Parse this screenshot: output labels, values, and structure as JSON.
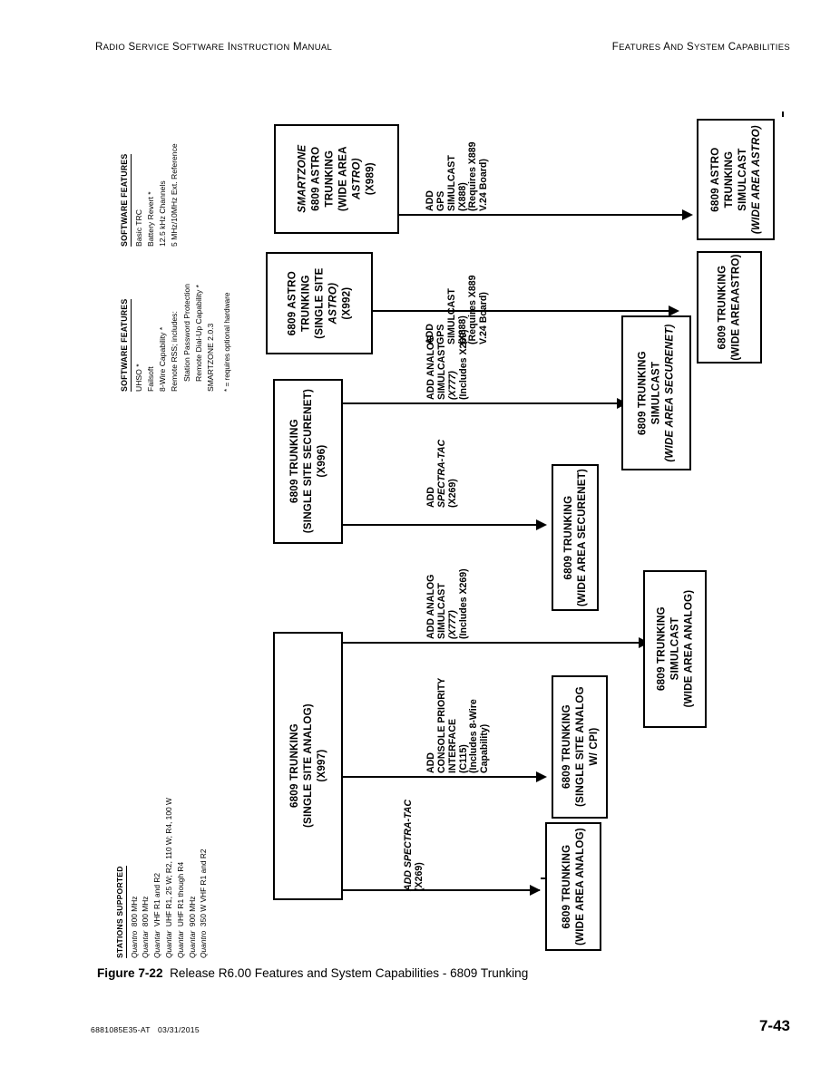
{
  "header": {
    "left": "RADIO SERVICE SOFTWARE INSTRUCTION MANUAL",
    "right": "FEATURES AND SYSTEM CAPABILITIES"
  },
  "software_features_1": {
    "title": "SOFTWARE FEATURES",
    "items": [
      "Basic TRC",
      "Battery Revert *",
      "12.5 kHz Channels",
      "5 MHz/10MHz Ext. Reference"
    ]
  },
  "software_features_2": {
    "title": "SOFTWARE FEATURES",
    "items": [
      "UHSO *",
      "Failsoft",
      "8-Wire Capability *",
      "Remote RSS; includes:",
      "Station Password Protection",
      "Remote Dial-Up Capability *",
      "SMARTZONE 2.0.3"
    ],
    "note": "* = requires optional hardware"
  },
  "stations_supported": {
    "title": "STATIONS SUPPORTED",
    "items": [
      {
        "model": "Quantro",
        "desc": "800 MHz"
      },
      {
        "model": "Quantar",
        "desc": "800 MHz"
      },
      {
        "model": "Quantar",
        "desc": "VHF R1 and R2"
      },
      {
        "model": "Quantar",
        "desc": "UHF R1, 25 W; R2, 110 W; R4, 100 W"
      },
      {
        "model": "Quantar",
        "desc": "UHF R1 though R4"
      },
      {
        "model": "Quantar",
        "desc": "900 MHz"
      },
      {
        "model": "Quantro",
        "desc": "350 W VHF R1 and R2"
      }
    ]
  },
  "boxes": {
    "smartzone_astro_wa": [
      "SMARTZONE",
      "6809 ASTRO",
      "TRUNKING",
      "(WIDE AREA",
      "ASTRO)",
      "(X989)"
    ],
    "astro_simulcast_wa": [
      "6809 ASTRO",
      "TRUNKING",
      "SIMULCAST",
      "(WIDE AREA ASTRO)"
    ],
    "astro_single_site": [
      "6809 ASTRO",
      "TRUNKING",
      "(SINGLE SITE",
      "ASTRO)",
      "(X992)"
    ],
    "trunking_wa_astro": [
      "6809 TRUNKING",
      "(WIDE AREAASTRO)"
    ],
    "trunking_ss_securenet": [
      "6809 TRUNKING",
      "(SINGLE SITE SECURENET)",
      "(X996)"
    ],
    "trunking_simulcast_wa_securenet": [
      "6809 TRUNKING",
      "SIMULCAST",
      "(WIDE AREA SECURENET)"
    ],
    "trunking_wa_securenet": [
      "6809 TRUNKING",
      "(WIDE AREA SECURENET)"
    ],
    "trunking_ss_analog": [
      "6809 TRUNKING",
      "(SINGLE SITE ANALOG)",
      "(X997)"
    ],
    "trunking_simulcast_wa_analog": [
      "6809 TRUNKING",
      "SIMULCAST",
      "(WIDE AREA ANALOG)"
    ],
    "trunking_ss_analog_cpi": [
      "6809 TRUNKING",
      "(SINGLE SITE ANALOG",
      "W/ CPI)"
    ],
    "trunking_wa_analog": [
      "6809 TRUNKING",
      "(WIDE AREA ANALOG)"
    ]
  },
  "arrow_labels": {
    "gps_simulcast_1": [
      "ADD",
      "GPS",
      "SIMULCAST",
      "(X888)",
      "(Requires X889",
      "V.24 Board)"
    ],
    "gps_simulcast_2": [
      "ADD",
      "GPS",
      "SIMULCAST",
      "(X888)",
      "(Requires X889",
      "V.24 Board)"
    ],
    "analog_simulcast_1": [
      "ADD  ANALOG",
      "SIMULCAST",
      "(X777)",
      "(Includes X269)"
    ],
    "spectra_tac_1": [
      "ADD",
      "SPECTRA-TAC",
      "(X269)"
    ],
    "analog_simulcast_2": [
      "ADD  ANALOG",
      "SIMULCAST",
      "(X777)",
      "(Includes X269)"
    ],
    "console_priority": [
      "ADD",
      "CONSOLE PRIORITY",
      "INTERFACE",
      "(C115)",
      "(Includes 8-Wire",
      "Capability)"
    ],
    "spectra_tac_2": [
      "ADD  SPECTRA-TAC",
      "(X269)"
    ]
  },
  "caption": {
    "figure_number": "Figure 7-22",
    "text": "Release R6.00 Features and System Capabilities - 6809 Trunking"
  },
  "footer": {
    "doc_id": "6881085E35-AT",
    "date": "03/31/2015",
    "page": "7-43"
  }
}
